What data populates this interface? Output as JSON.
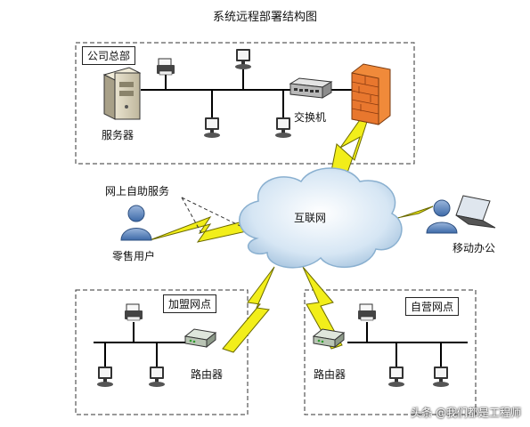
{
  "title": "系统远程部署结构图",
  "regions": {
    "hq": "公司总部",
    "franchise": "加盟网点",
    "own": "自营网点"
  },
  "labels": {
    "server": "服务器",
    "switch": "交换机",
    "internet": "互联网",
    "online_service": "网上自助服务",
    "retail_user": "零售用户",
    "mobile_office": "移动办公",
    "router_franchise": "路由器",
    "router_own": "路由器"
  },
  "watermark": "头条 @我们都是工程师",
  "colors": {
    "lightning": "#f2ee1a",
    "firewall": "#e8772e",
    "cloud": "#cfe2f2",
    "user": "#6f93c4"
  }
}
